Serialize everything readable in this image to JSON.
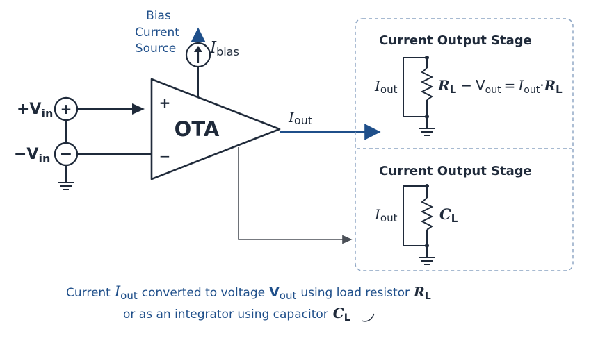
{
  "bias": {
    "line1": "Bias",
    "line2": "Current",
    "line3": "Source",
    "symbol": "I",
    "subscript": "bias"
  },
  "inputs": {
    "pos_label": "+V",
    "pos_sub": "in",
    "neg_label": "−V",
    "neg_sub": "in",
    "pos_source_sign": "+",
    "neg_source_sign": "−"
  },
  "ota": {
    "label": "OTA",
    "plus_sign": "+",
    "minus_sign": "−"
  },
  "output": {
    "symbol": "I",
    "subscript": "out"
  },
  "stage1": {
    "title": "Current Output Stage",
    "iout_symbol": "I",
    "iout_sub": "out",
    "rl_symbol": "R",
    "rl_sub": "L",
    "eq_dash": "−",
    "eq_v": "V",
    "eq_v_sub": "out",
    "eq_equals": "=",
    "eq_i": "I",
    "eq_i_sub": "out",
    "eq_dot": "·",
    "eq_r": "R",
    "eq_r_sub": "L"
  },
  "stage2": {
    "title": "Current Output Stage",
    "iout_symbol": "I",
    "iout_sub": "out",
    "cl_symbol": "C",
    "cl_sub": "L"
  },
  "caption": {
    "line1_a": "Current",
    "line1_i": "I",
    "line1_i_sub": "out",
    "line1_b": "converted to voltage",
    "line1_v": "V",
    "line1_v_sub": "out",
    "line1_c": "using load resistor",
    "line1_r": "R",
    "line1_r_sub": "L",
    "line2_a": "or as an integrator using capacitor",
    "line2_c": "C",
    "line2_c_sub": "L"
  },
  "colors": {
    "ink": "#1f2a3a",
    "accent_blue": "#1f4f8a",
    "panel_border": "#8aa3c2"
  }
}
